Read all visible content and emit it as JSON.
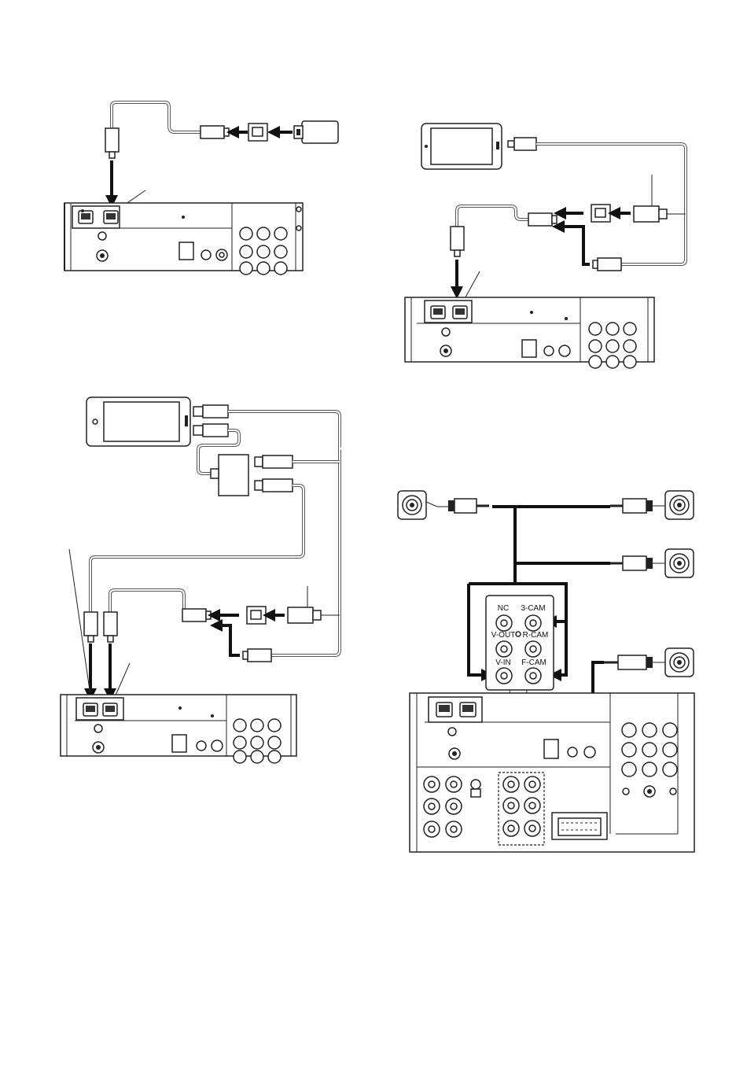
{
  "rca_panel": {
    "labels": {
      "nc": "NC",
      "cam3": "3-CAM",
      "vout": "V-OUT",
      "rcam": "R-CAM",
      "vin": "V-IN",
      "fcam": "F-CAM"
    }
  },
  "colors": {
    "cable": "#555555",
    "line": "#111111"
  }
}
